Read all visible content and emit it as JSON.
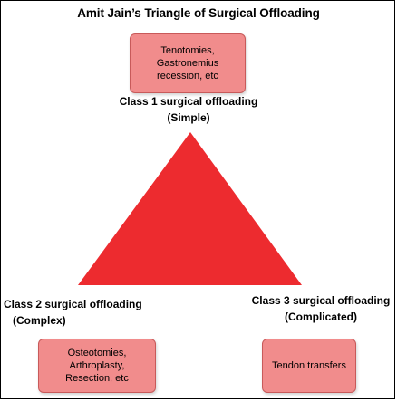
{
  "title": "Amit Jain’s Triangle of  Surgical Offloading",
  "colors": {
    "triangle_fill": "#ed2b2f",
    "box_fill": "#f18c8c",
    "box_border": "#c85a5a",
    "frame": "#000000"
  },
  "top": {
    "box_lines": [
      "Tenotomies,",
      "Gastronemius",
      "recession, etc"
    ],
    "class_lines": [
      "Class 1 surgical offloading",
      "(Simple)"
    ]
  },
  "bottom_left": {
    "box_lines": [
      "Osteotomies,",
      "Arthroplasty,",
      "Resection, etc"
    ],
    "class_lines": [
      "Class 2 surgical offloading",
      "(Complex)"
    ]
  },
  "bottom_right": {
    "box_lines": [
      "Tendon transfers"
    ],
    "class_lines": [
      "Class 3 surgical offloading",
      "(Complicated)"
    ]
  }
}
